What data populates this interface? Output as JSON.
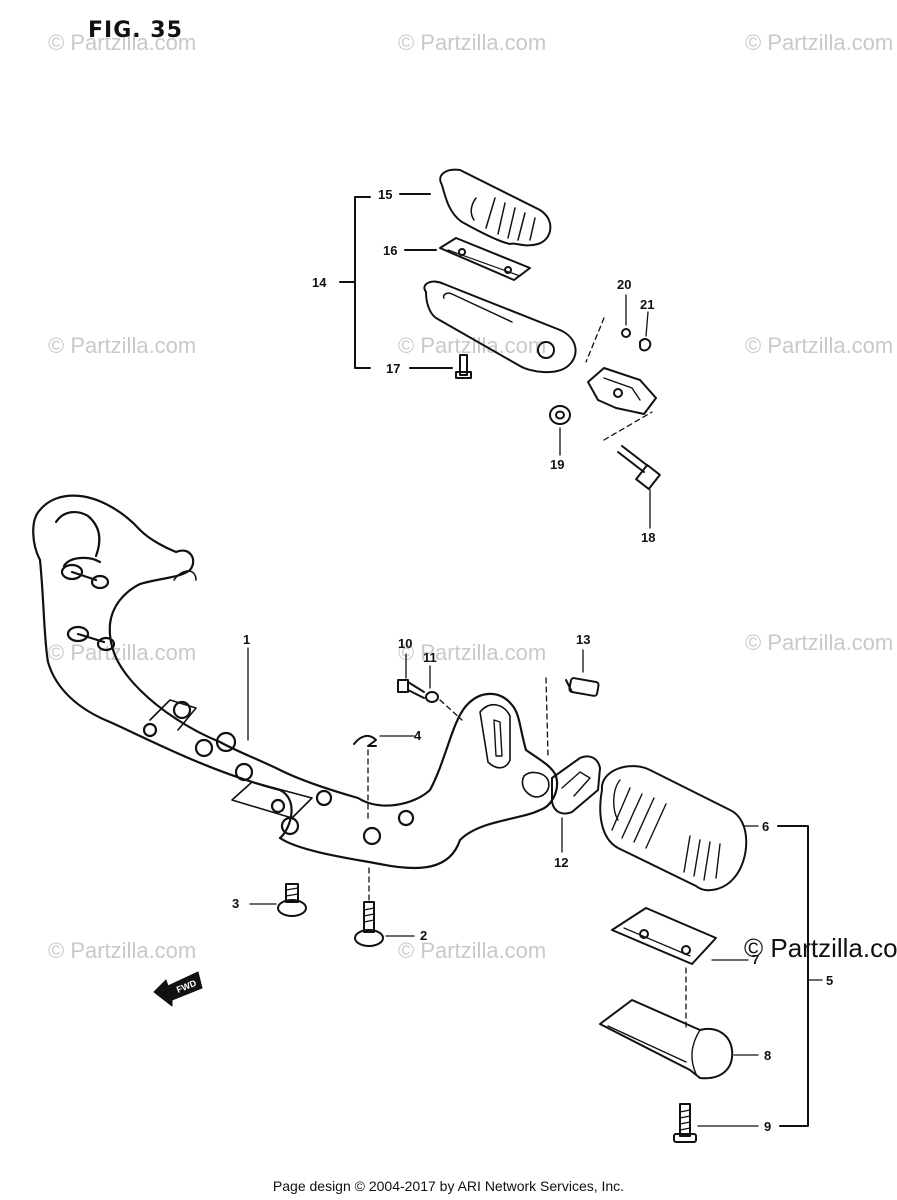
{
  "figure": {
    "title": "FIG. 35"
  },
  "watermark": {
    "text": "© Partzilla.com"
  },
  "callouts": [
    "1",
    "2",
    "3",
    "4",
    "5",
    "6",
    "7",
    "8",
    "9",
    "10",
    "11",
    "12",
    "13",
    "14",
    "15",
    "16",
    "17",
    "18",
    "19",
    "20",
    "21"
  ],
  "fwd_arrow_label": "FWD",
  "footer": {
    "text": "Page design © 2004-2017 by ARI Network Services, Inc."
  }
}
